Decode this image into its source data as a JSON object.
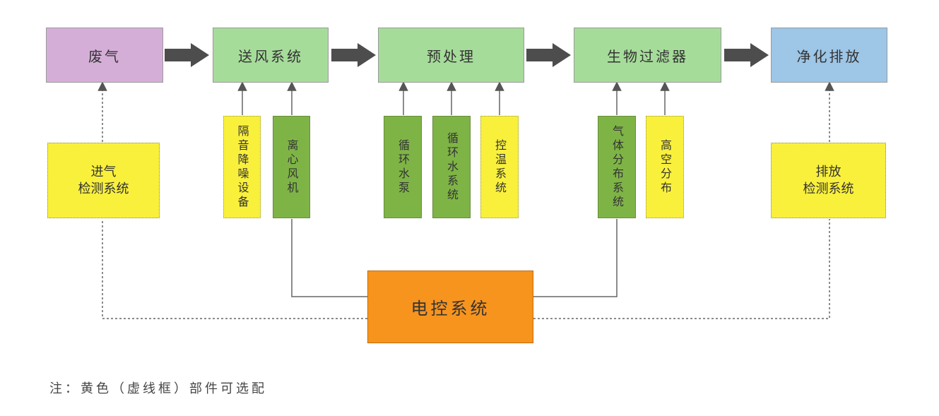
{
  "colors": {
    "waste_gas": "#d5aed8",
    "process": "#a6dc9a",
    "exhaust": "#9dc6e7",
    "component_green": "#7eb446",
    "optional_yellow": "#f9f03c",
    "control": "#f7941e",
    "arrow": "#4d4d4d",
    "line": "#666666"
  },
  "flow": {
    "waste_gas": "废气",
    "blower_system": "送风系统",
    "pretreatment": "预处理",
    "biofilter": "生物过滤器",
    "exhaust": "净化排放"
  },
  "sensors": {
    "inlet_line1": "进气",
    "inlet_line2": "检测系统",
    "outlet_line1": "排放",
    "outlet_line2": "检测系统"
  },
  "components": {
    "noise_reduction": "隔音降噪设备",
    "centrifugal_fan": "离心风机",
    "circulation_pump": "循环水泵",
    "circulation_water_system": "循环水系统",
    "temperature_control": "控温系统",
    "gas_distribution_system": "气体分布系统",
    "altitude_distribution": "高空分布"
  },
  "control_system": "电控系统",
  "note": "注：黄色（虚线框）部件可选配"
}
